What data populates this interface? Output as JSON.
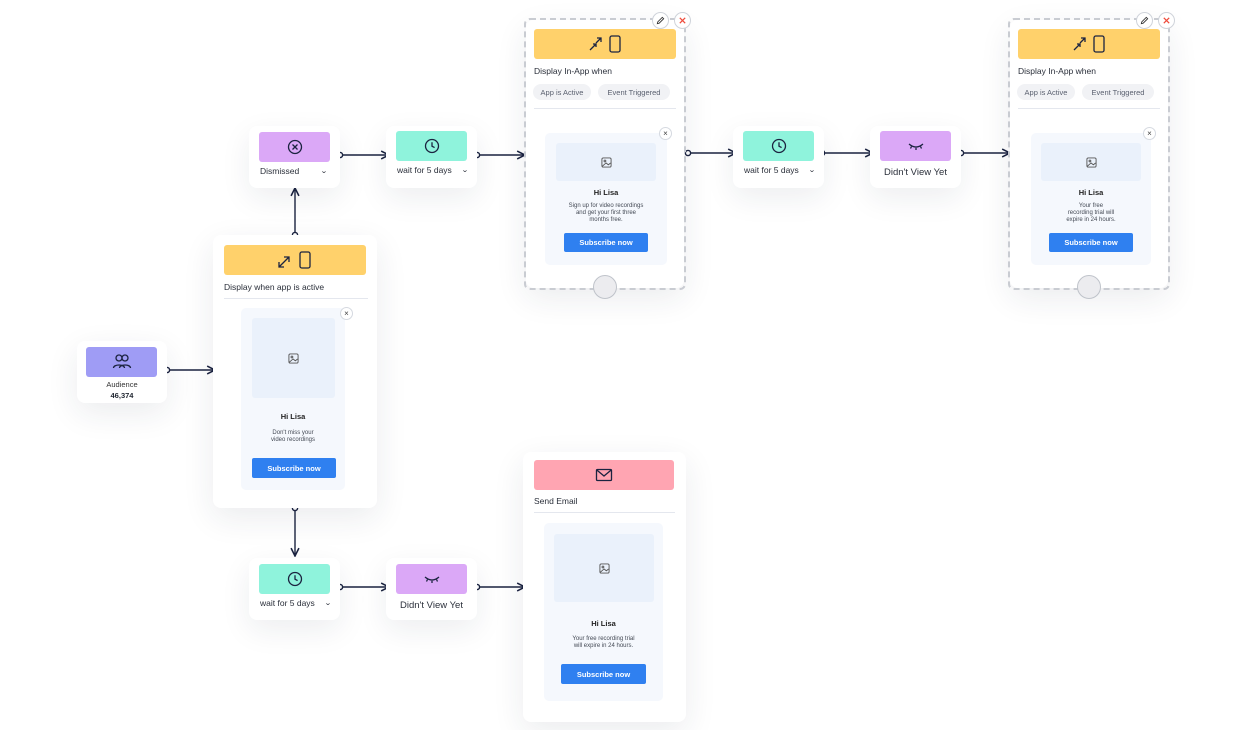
{
  "colors": {
    "connector": "#1b2340",
    "audience_chip": "#9f9cf5",
    "condition_chip": "#dba8f7",
    "wait_chip": "#8ff3dc",
    "inapp_chip": "#ffd16b",
    "email_chip": "#ffa5b2",
    "button_blue": "#2f80f0",
    "close_red": "#ef4c3c"
  },
  "audience": {
    "icon": "users-icon",
    "label": "Audience",
    "count": "46,374"
  },
  "dismissed": {
    "icon": "circle-x-icon",
    "label": "Dismissed",
    "chevron": "⌄"
  },
  "wait_top": {
    "icon": "clock-icon",
    "label": "wait for 5 days",
    "chevron": "⌄"
  },
  "wait_right": {
    "icon": "clock-icon",
    "label": "wait for 5 days",
    "chevron": "⌄"
  },
  "wait_bottom": {
    "icon": "clock-icon",
    "label": "wait for 5 days",
    "chevron": "⌄"
  },
  "didnt_view_right": {
    "icon": "closed-eye-icon",
    "label": "Didn't View Yet"
  },
  "didnt_view_bottom": {
    "icon": "closed-eye-icon",
    "label": "Didn't View Yet"
  },
  "display_active": {
    "icon": "expand-phone-icon",
    "title": "Display when app is active",
    "preview": {
      "heading": "Hi Lisa",
      "message": [
        "Don't miss your",
        "video recordings"
      ],
      "button": "Subscribe now",
      "close": "×"
    }
  },
  "inapp_1": {
    "icon": "compress-phone-icon",
    "title": "Display In-App when",
    "pills": [
      "App is Active",
      "Event Triggered"
    ],
    "edit_icon": "pencil-icon",
    "remove_icon": "close-icon",
    "preview": {
      "heading": "Hi Lisa",
      "message": [
        "Sign up for video recordings",
        "and get your first three",
        "months free."
      ],
      "button": "Subscribe now",
      "close": "×"
    }
  },
  "inapp_2": {
    "icon": "compress-phone-icon",
    "title": "Display In-App when",
    "pills": [
      "App is Active",
      "Event Triggered"
    ],
    "edit_icon": "pencil-icon",
    "remove_icon": "close-icon",
    "preview": {
      "heading": "Hi Lisa",
      "message": [
        "Your free",
        "recording trial will",
        "expire in 24 hours."
      ],
      "button": "Subscribe now",
      "close": "×"
    }
  },
  "send_email": {
    "icon": "envelope-icon",
    "title": "Send Email",
    "preview": {
      "heading": "Hi Lisa",
      "message": [
        "Your free recording trial",
        "will expire in 24 hours."
      ],
      "button": "Subscribe now"
    }
  }
}
